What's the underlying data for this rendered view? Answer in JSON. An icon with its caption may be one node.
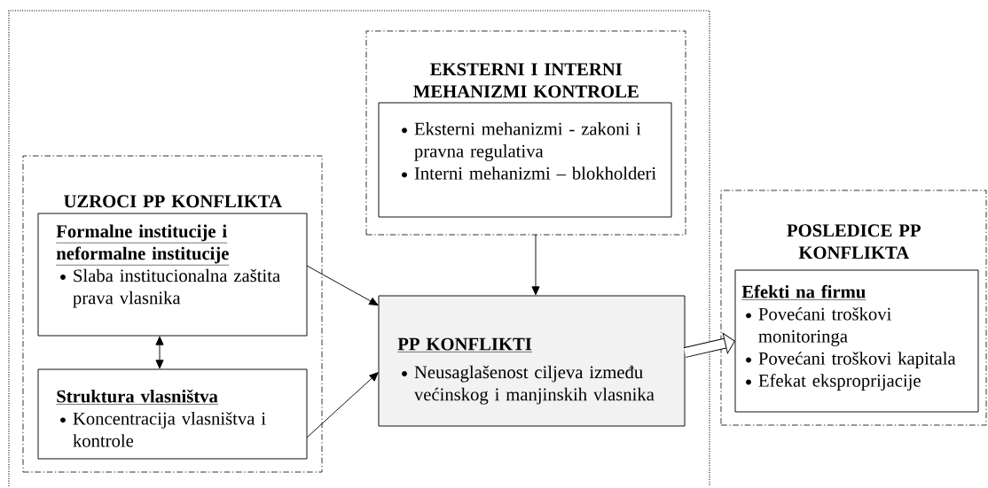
{
  "diagram": {
    "nodes": [
      {
        "text": [],
        "shape": "box"
      },
      {
        "text": [
          "UZROCI PP KONFLIKTA"
        ],
        "in": 0
      },
      {
        "text": [
          "Formalne institucije i neformalne institucije",
          "Slaba institucionalna zaštita prava vlasnika"
        ],
        "in": 1
      },
      {
        "text": [
          "Struktura vlasništva",
          "Koncentracija vlasništva i kontrole"
        ],
        "in": 1
      },
      {
        "text": [
          "EKSTERNI I INTERNI MEHANIZMI KONTROLE"
        ],
        "in": 0
      },
      {
        "text": [
          "Eksterni mehanizmi - zakoni i pravna regulativa",
          "Interni mehanizmi – blokholderi"
        ],
        "in": 4
      },
      {
        "text": [
          "PP KONFLIKTI",
          "Neusaglašenost ciljeva između većinskog i manjinskih vlasnika"
        ],
        "in": 0
      },
      {
        "text": [
          "POSLEDICE PP KONFLIKTA"
        ]
      },
      {
        "text": [
          "Efekti na firmu",
          "Povećani troškovi monitoringa",
          "Povećani troškovi kapitala",
          "Efekat eksproprijacije"
        ],
        "in": 7
      }
    ],
    "edges": [
      {
        "from": 2,
        "to": 6,
        "arrow": "to"
      },
      {
        "from": 3,
        "to": 6,
        "arrow": "to"
      },
      {
        "from": 2,
        "to": 3,
        "arrow": "both"
      },
      {
        "from": 4,
        "to": 6,
        "arrow": "to"
      },
      {
        "from": 6,
        "to": 8,
        "arrow": "to",
        "style": "thick"
      }
    ]
  }
}
